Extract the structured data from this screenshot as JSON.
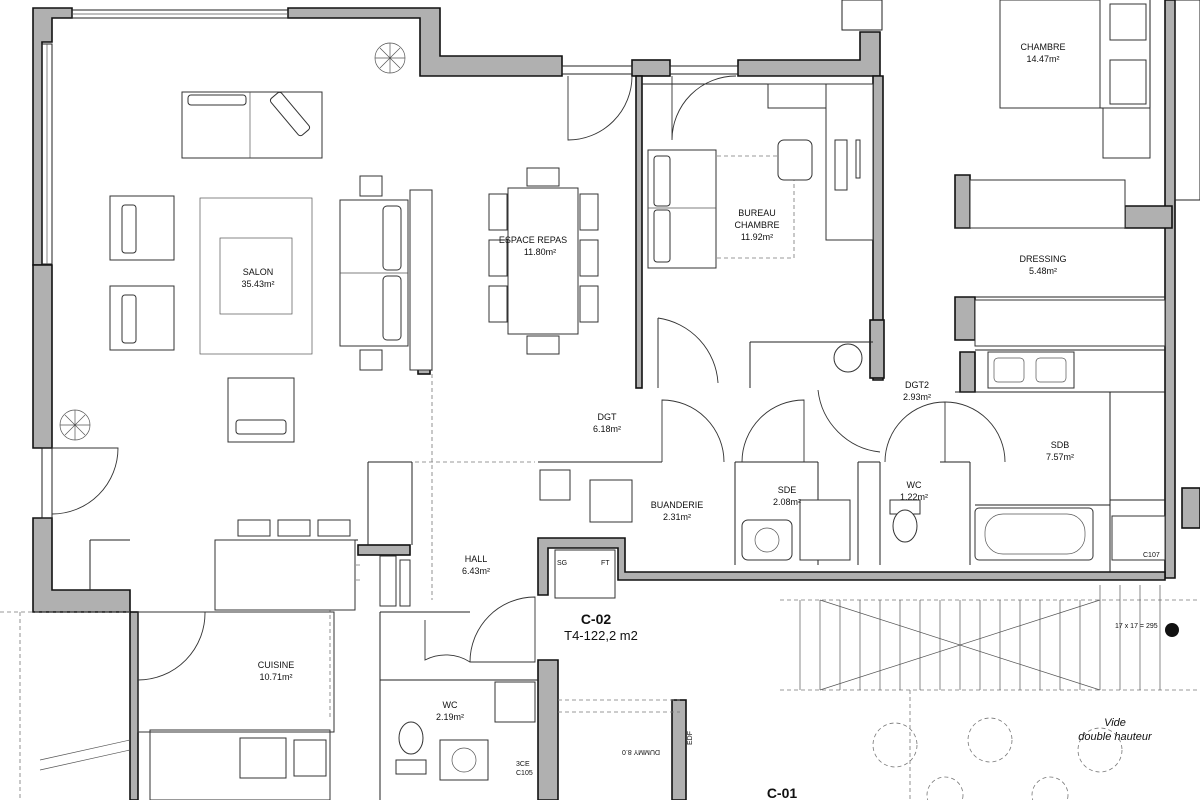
{
  "rooms": [
    {
      "name": "SALON",
      "area": "35.43m²"
    },
    {
      "name": "ESPACE REPAS",
      "area": "11.80m²"
    },
    {
      "name": "BUREAU",
      "name2": "CHAMBRE",
      "area": "11.92m²"
    },
    {
      "name": "CHAMBRE",
      "area": "14.47m²"
    },
    {
      "name": "DRESSING",
      "area": "5.48m²"
    },
    {
      "name": "DGT2",
      "area": "2.93m²"
    },
    {
      "name": "DGT",
      "area": "6.18m²"
    },
    {
      "name": "SDB",
      "area": "7.57m²"
    },
    {
      "name": "BUANDERIE",
      "area": "2.31m²"
    },
    {
      "name": "SDE",
      "area": "2.08m²"
    },
    {
      "name": "WC",
      "area": "1.22m²"
    },
    {
      "name": "HALL",
      "area": "6.43m²"
    },
    {
      "name": "CUISINE",
      "area": "10.71m²"
    },
    {
      "name": "WC",
      "area": "2.19m²"
    }
  ],
  "apartment": {
    "code": "C-02",
    "type": "T4-122,2 m2"
  },
  "lower_unit": {
    "code": "C-01"
  },
  "void_label": {
    "line1": "Vide",
    "line2": "double hauteur"
  },
  "tags": {
    "sg": "SG",
    "ft": "FT",
    "c107": "C107",
    "c105": "C105",
    "sce": "3CE",
    "edf": "EDF",
    "dummy": "DUMMY 8.0",
    "stair_note": "17 x 17 = 295"
  }
}
